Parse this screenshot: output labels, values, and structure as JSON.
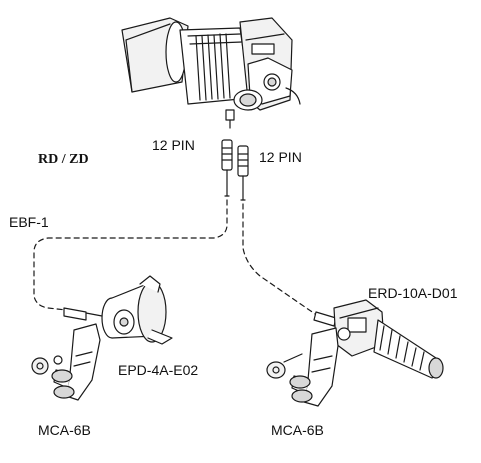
{
  "labels": {
    "title": "RD / ZD",
    "pin_left": "12 PIN",
    "pin_right": "12 PIN",
    "cable": "EBF-1",
    "focus_demand": "EPD-4A-E02",
    "zoom_demand": "ERD-10A-D01",
    "clamp_left": "MCA-6B",
    "clamp_right": "MCA-6B"
  },
  "colors": {
    "line": "#1a1a1a",
    "fill_light": "#f2f2f2",
    "fill_mid": "#d8d8d8",
    "background": "#ffffff"
  }
}
